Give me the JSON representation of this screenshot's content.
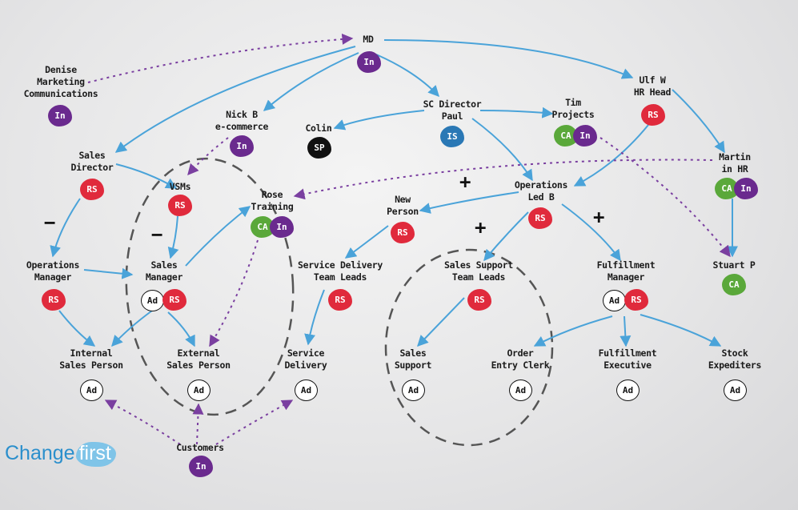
{
  "nodes": [
    {
      "id": "md",
      "label": "MD",
      "badges": [
        "In"
      ]
    },
    {
      "id": "denise",
      "label": "Denise\nMarketing\nCommunications",
      "badges": [
        "In"
      ]
    },
    {
      "id": "nick",
      "label": "Nick B\ne-commerce",
      "badges": [
        "In"
      ]
    },
    {
      "id": "sc",
      "label": "SC Director\nPaul",
      "badges": [
        "IS"
      ]
    },
    {
      "id": "colin",
      "label": "Colin",
      "badges": [
        "SP"
      ]
    },
    {
      "id": "tim",
      "label": "Tim\nProjects",
      "badges": [
        "CA",
        "In"
      ]
    },
    {
      "id": "ulf",
      "label": "Ulf W\nHR Head",
      "badges": [
        "RS"
      ]
    },
    {
      "id": "salesdir",
      "label": "Sales\nDirector",
      "badges": [
        "RS"
      ]
    },
    {
      "id": "vsms",
      "label": "VSMs",
      "badges": [
        "RS"
      ]
    },
    {
      "id": "rose",
      "label": "Rose\nTraining",
      "badges": [
        "CA",
        "In"
      ]
    },
    {
      "id": "opsled",
      "label": "Operations\nLed B",
      "badges": [
        "RS"
      ]
    },
    {
      "id": "newperson",
      "label": "New\nPerson",
      "badges": [
        "RS"
      ]
    },
    {
      "id": "martin",
      "label": "Martin\nin HR",
      "badges": [
        "CA",
        "In"
      ]
    },
    {
      "id": "opsmgr",
      "label": "Operations\nManager",
      "badges": [
        "RS"
      ]
    },
    {
      "id": "salesmgr",
      "label": "Sales\nManager",
      "badges": [
        "Ad",
        "RS"
      ]
    },
    {
      "id": "sdtl",
      "label": "Service Delivery\nTeam Leads",
      "badges": [
        "RS"
      ]
    },
    {
      "id": "sstl",
      "label": "Sales Support\nTeam Leads",
      "badges": [
        "RS"
      ]
    },
    {
      "id": "fulmgr",
      "label": "Fulfillment\nManager",
      "badges": [
        "Ad",
        "RS"
      ]
    },
    {
      "id": "stuart",
      "label": "Stuart P",
      "badges": [
        "CA"
      ]
    },
    {
      "id": "isp",
      "label": "Internal\nSales Person",
      "badges": [
        "Ad"
      ]
    },
    {
      "id": "esp",
      "label": "External\nSales Person",
      "badges": [
        "Ad"
      ]
    },
    {
      "id": "sd",
      "label": "Service\nDelivery",
      "badges": [
        "Ad"
      ]
    },
    {
      "id": "ss",
      "label": "Sales\nSupport",
      "badges": [
        "Ad"
      ]
    },
    {
      "id": "oec",
      "label": "Order\nEntry Clerk",
      "badges": [
        "Ad"
      ]
    },
    {
      "id": "fe",
      "label": "Fulfillment\nExecutive",
      "badges": [
        "Ad"
      ]
    },
    {
      "id": "se",
      "label": "Stock\nExpediters",
      "badges": [
        "Ad"
      ]
    },
    {
      "id": "cust",
      "label": "Customers",
      "badges": [
        "In"
      ]
    }
  ],
  "signs": {
    "minus_left": "−",
    "minus_vsm": "−",
    "plus_ops": "+",
    "plus_sstl": "+",
    "plus_ful": "+"
  },
  "badge_colors": {
    "RS": "#e02a3c",
    "In": "#6a2a8e",
    "CA": "#5aa83a",
    "IS": "#2a78b5",
    "SP": "#111111",
    "Ad": "#ffffff"
  },
  "line_colors": {
    "solid": "#4aa3d9",
    "dotted": "#7a3fa0",
    "group": "#555555"
  },
  "logo": {
    "part1": "Change",
    "part2": "first"
  }
}
